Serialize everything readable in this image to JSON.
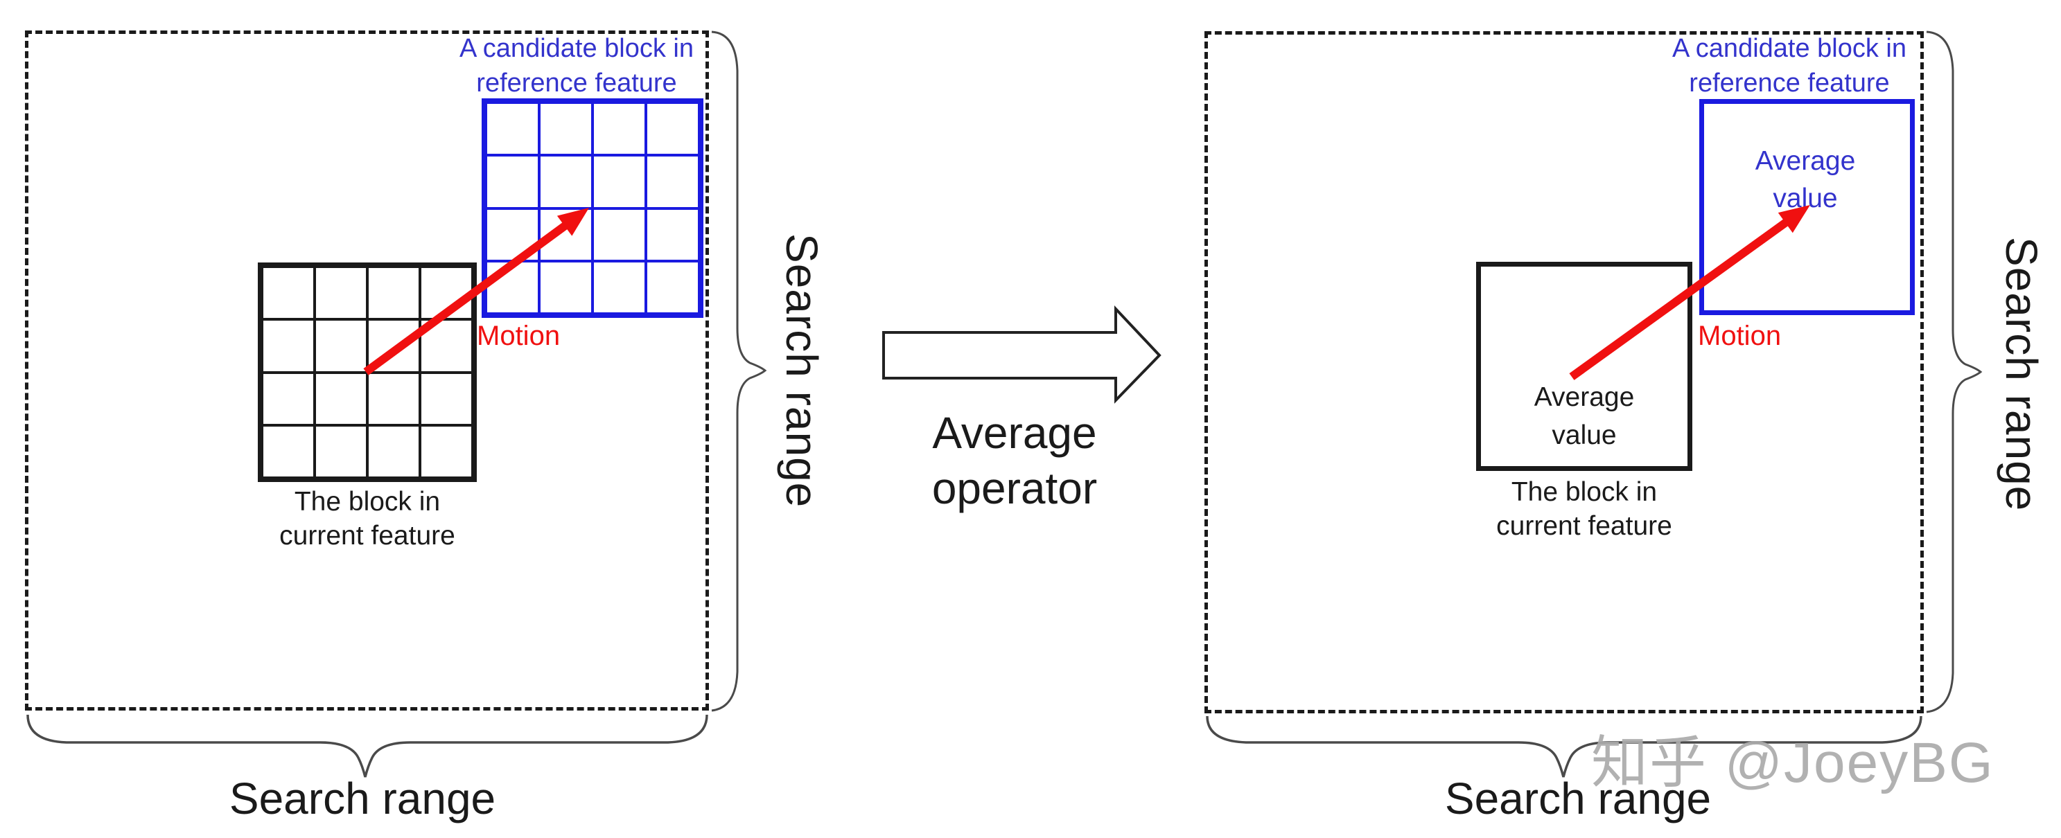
{
  "left": {
    "candidate1": "A candidate block in",
    "candidate2": "reference feature",
    "motion": "Motion",
    "block1": "The block in",
    "block2": "current feature",
    "search_bottom": "Search range",
    "search_side": "Search range"
  },
  "middle": {
    "op1": "Average",
    "op2": "operator"
  },
  "right": {
    "candidate1": "A candidate block in",
    "candidate2": "reference feature",
    "avg_blue1": "Average",
    "avg_blue2": "value",
    "avg_black1": "Average",
    "avg_black2": "value",
    "motion": "Motion",
    "block1": "The block in",
    "block2": "current feature",
    "search_bottom": "Search range",
    "search_side": "Search range"
  },
  "watermark": "知乎 @JoeyBG",
  "colors": {
    "blue_line": "#1a1ae0",
    "blue_text": "#3333cc",
    "red": "#f01010",
    "black": "#1a1a1a",
    "watermark_gray": "#ababab"
  }
}
